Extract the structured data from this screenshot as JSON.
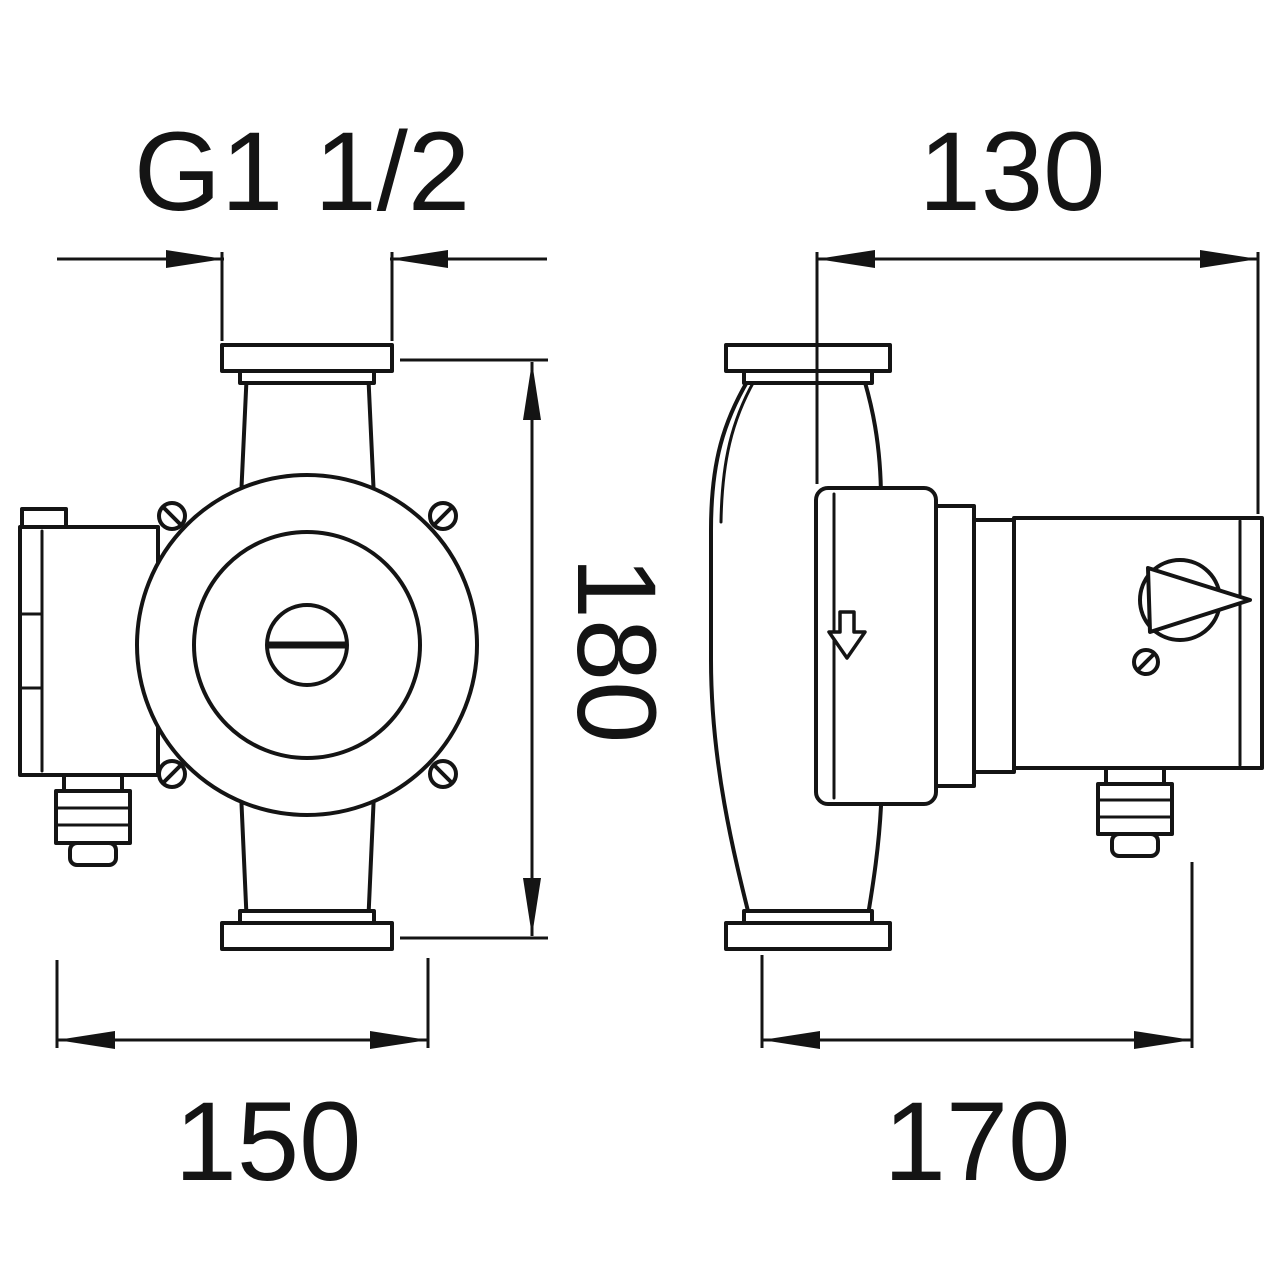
{
  "drawing": {
    "kind": "pump-dimension-drawing",
    "views": {
      "left": "front view",
      "right": "side view"
    },
    "dimensions": {
      "thread": "G1 1/2",
      "box_depth": "130",
      "height": "180",
      "width": "150",
      "depth": "170"
    },
    "icons": {
      "flow_direction": "arrow-down"
    },
    "colors": {
      "line": "#141414",
      "background": "#ffffff"
    }
  }
}
